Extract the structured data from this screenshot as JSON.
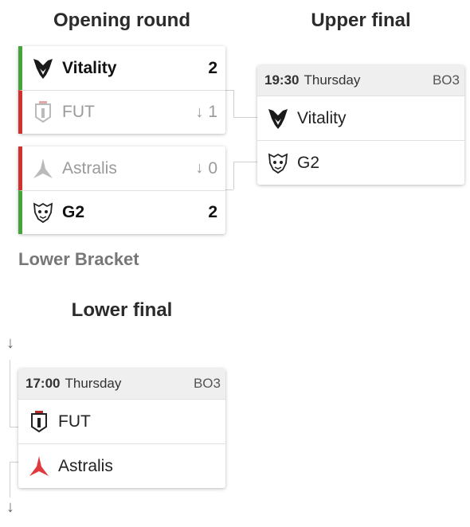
{
  "columns": {
    "opening_round": "Opening round",
    "upper_final": "Upper final",
    "lower_bracket": "Lower Bracket",
    "lower_final": "Lower final"
  },
  "opening_matches": [
    {
      "team1": {
        "name": "Vitality",
        "score": "2",
        "result": "win"
      },
      "team2": {
        "name": "FUT",
        "score": "1",
        "result": "lose"
      }
    },
    {
      "team1": {
        "name": "Astralis",
        "score": "0",
        "result": "lose"
      },
      "team2": {
        "name": "G2",
        "score": "2",
        "result": "win"
      }
    }
  ],
  "upper_final": {
    "time": "19:30",
    "day": "Thursday",
    "format": "BO3",
    "team1": "Vitality",
    "team2": "G2"
  },
  "lower_final": {
    "time": "17:00",
    "day": "Thursday",
    "format": "BO3",
    "team1": "FUT",
    "team2": "Astralis"
  },
  "icons": {
    "down_arrow": "↓",
    "vitality": "vitality-logo-icon",
    "fut": "fut-logo-icon",
    "astralis": "astralis-logo-icon",
    "g2": "g2-logo-icon"
  },
  "colors": {
    "win": "#45a33c",
    "lose": "#d0312d",
    "astralis_red": "#e03a3e"
  }
}
